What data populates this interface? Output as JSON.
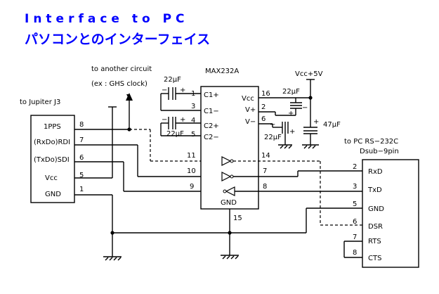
{
  "titles": {
    "english": "Interface to PC",
    "japanese": "パソコンとのインターフェイス"
  },
  "left_header": "to Jupiter J3",
  "jupiter_pins": [
    {
      "name": "1PPS",
      "num": "8"
    },
    {
      "name": "(RxDo)RDI",
      "num": "7"
    },
    {
      "name": "(TxDo)SDI",
      "num": "6"
    },
    {
      "name": "Vcc",
      "num": "5"
    },
    {
      "name": "GND",
      "num": "1"
    }
  ],
  "another_circuit": [
    "to another circuit",
    "(ex : GHS clock)"
  ],
  "ic": {
    "title": "MAX232A",
    "left_pins": [
      {
        "name": "C1+",
        "num": "1"
      },
      {
        "name": "C1−",
        "num": "3"
      },
      {
        "name": "C2+",
        "num": "4"
      },
      {
        "name": "C2−",
        "num": "5"
      }
    ],
    "right_pins": [
      {
        "name": "Vcc",
        "num": "16"
      },
      {
        "name": "V+",
        "num": "2"
      },
      {
        "name": "V−",
        "num": "6"
      }
    ],
    "driver_pins": [
      {
        "in": "11",
        "out": "14"
      },
      {
        "in": "10",
        "out": "7"
      },
      {
        "in": "9",
        "out": "8"
      }
    ],
    "gnd_label": "GND",
    "gnd_pin": "15"
  },
  "capacitors": {
    "c1": "22μF",
    "c2": "22μF",
    "cvcc": "22μF",
    "cvplus": "47μF",
    "cvminus": "22μF",
    "plus": "+",
    "minus": "−"
  },
  "supply": "Vcc+5V",
  "pc": {
    "title": [
      "to PC RS−232C",
      "Dsub−9pin"
    ],
    "pins": [
      {
        "num": "2",
        "name": "RxD"
      },
      {
        "num": "3",
        "name": "TxD"
      },
      {
        "num": "5",
        "name": "GND"
      },
      {
        "num": "6",
        "name": "DSR"
      },
      {
        "num": "7",
        "name": "RTS"
      },
      {
        "num": "8",
        "name": "CTS"
      }
    ]
  }
}
